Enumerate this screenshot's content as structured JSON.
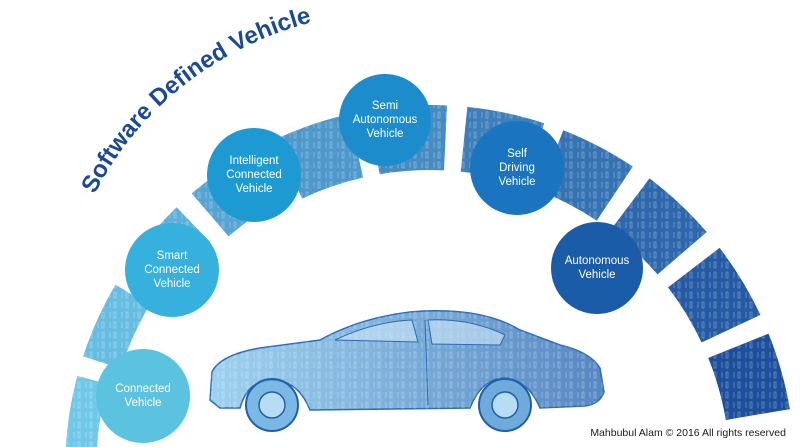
{
  "diagram": {
    "title": "Software Defined Vehicle",
    "stages": [
      {
        "lines": [
          "Connected",
          "Vehicle"
        ],
        "color": "#5bc2e0"
      },
      {
        "lines": [
          "Smart",
          "Connected",
          "Vehicle"
        ],
        "color": "#36b0dc"
      },
      {
        "lines": [
          "Intelligent",
          "Connected",
          "Vehicle"
        ],
        "color": "#1e9ad3"
      },
      {
        "lines": [
          "Semi",
          "Autonomous",
          "Vehicle"
        ],
        "color": "#1c8ccc"
      },
      {
        "lines": [
          "Self",
          "Driving",
          "Vehicle"
        ],
        "color": "#1a74bf"
      },
      {
        "lines": [
          "Autonomous",
          "Vehicle"
        ],
        "color": "#1a5ca8"
      }
    ],
    "arc_colors": {
      "light": "#6fc8ea",
      "dark": "#1c4f9c"
    },
    "car_color": "#3b86c8",
    "copyright": "Mahbubul Alam © 2016 All rights reserved"
  }
}
